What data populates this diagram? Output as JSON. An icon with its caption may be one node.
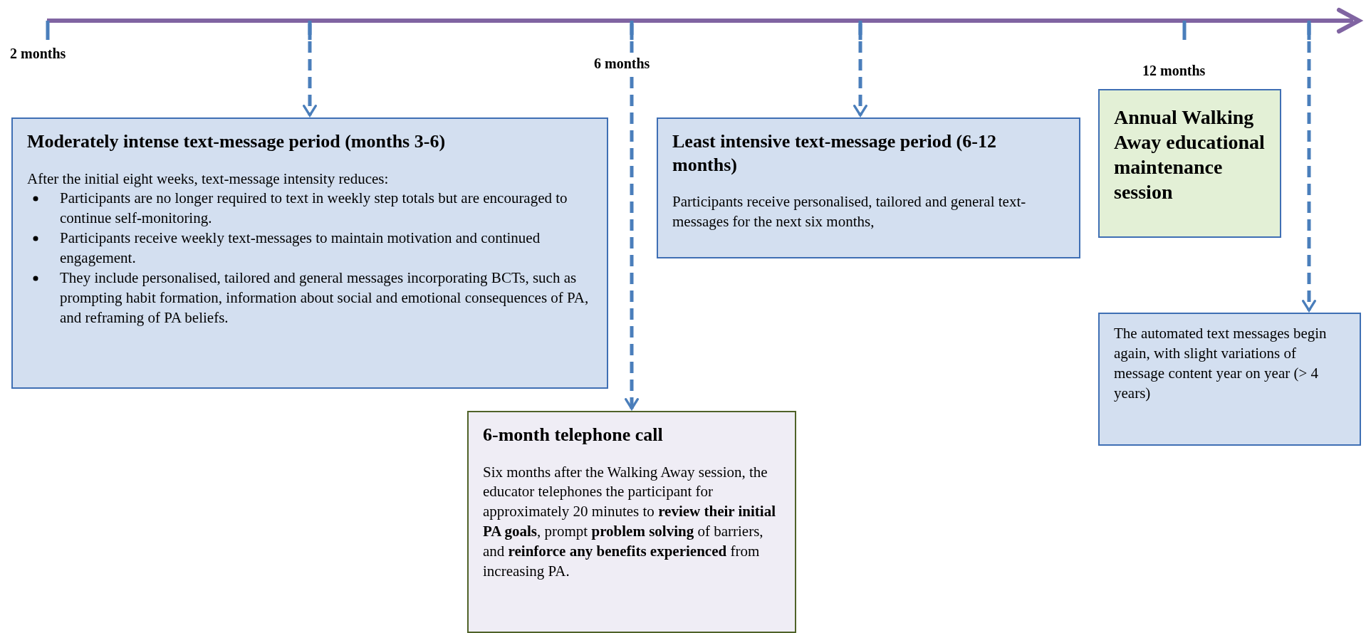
{
  "diagram": {
    "nodes": [
      {
        "text": [
          "Moderately intense text-message period (months 3-6)",
          "After the initial eight weeks, text-message intensity reduces:",
          "Participants are no longer required to text in weekly step totals but are encouraged to continue self-monitoring.",
          "Participants receive weekly text-messages to maintain motivation and continued engagement.",
          "They include personalised, tailored and general messages incorporating BCTs, such as prompting habit formation, information about social and emotional consequences of PA, and reframing of PA beliefs."
        ]
      },
      {
        "text": [
          "6-month telephone call",
          "Six months after the Walking Away session, the educator telephones the participant for approximately 20 minutes to **review their initial PA goals**, prompt **problem solving** of barriers, and **reinforce any benefits experienced** from increasing PA."
        ]
      },
      {
        "text": [
          "Least intensive text-message period (6-12 months)",
          "Participants receive personalised, tailored and general text-messages for the next six months,"
        ]
      },
      {
        "text": [
          "Annual Walking Away educational maintenance session"
        ]
      },
      {
        "text": [
          "The automated text messages begin again, with slight variations of message content year on year (> 4 years)"
        ]
      }
    ],
    "edges": [
      {
        "from": null,
        "to": 0,
        "arrow": "to",
        "style": "dashed"
      },
      {
        "from": null,
        "to": 1,
        "arrow": "to",
        "style": "dashed"
      },
      {
        "from": null,
        "to": 2,
        "arrow": "to",
        "style": "dashed"
      },
      {
        "from": null,
        "to": 4,
        "arrow": "to",
        "style": "dashed"
      }
    ],
    "labels": [
      "2 months",
      "6 months",
      "12 months"
    ]
  }
}
